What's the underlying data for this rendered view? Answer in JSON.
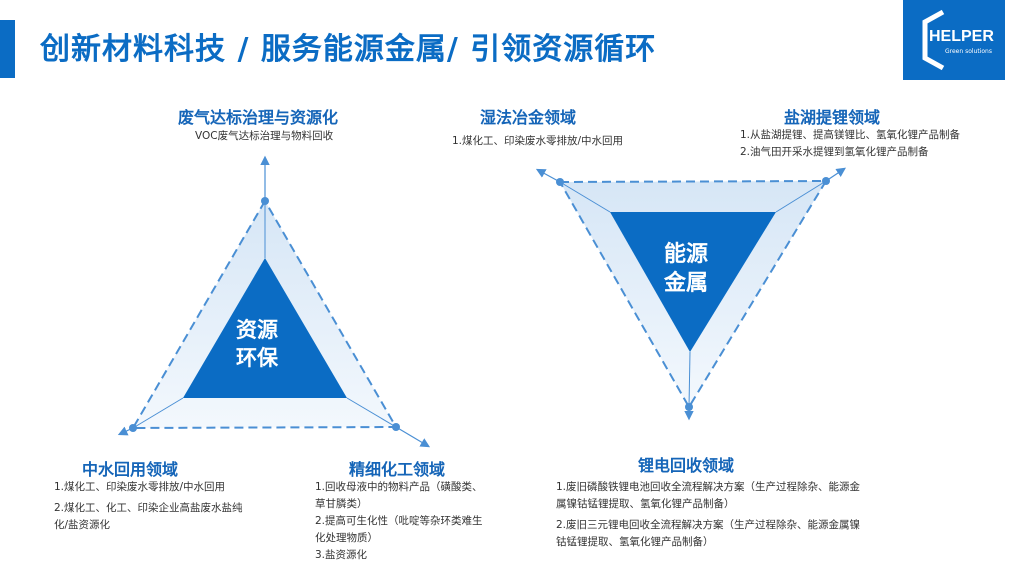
{
  "title": "创新材料科技 / 服务能源金属/ 引领资源循环",
  "logo": {
    "text": "HELPER",
    "sub": "Green solutions"
  },
  "colors": {
    "accent": "#0b6cc4"
  },
  "left": {
    "center": [
      "资源",
      "环保"
    ],
    "top": {
      "heading": "废气达标治理与资源化",
      "lines": [
        "VOC废气达标治理与物料回收"
      ]
    },
    "bl": {
      "heading": "中水回用领域",
      "lines": [
        "1.煤化工、印染废水零排放/中水回用",
        "2.煤化工、化工、印染企业高盐废水盐纯化/盐资源化"
      ]
    },
    "br": {
      "heading": "精细化工领域",
      "lines": [
        "1.回收母液中的物料产品（磺酸类、草甘膦类）",
        "2.提高可生化性（吡啶等杂环类难生化处理物质）",
        "3.盐资源化"
      ]
    }
  },
  "right": {
    "center": [
      "能源",
      "金属"
    ],
    "tl": {
      "heading": "湿法冶金领域",
      "lines": [
        "1.煤化工、印染废水零排放/中水回用"
      ]
    },
    "tr": {
      "heading": "盐湖提锂领域",
      "lines": [
        "1.从盐湖提锂、提高镁锂比、氢氧化锂产品制备",
        "2.油气田开采水提锂到氢氧化锂产品制备"
      ]
    },
    "bottom": {
      "heading": "锂电回收领域",
      "lines": [
        "1.废旧磷酸铁锂电池回收全流程解决方案（生产过程除杂、能源金属镍钴锰锂提取、氢氧化锂产品制备）",
        "2.废旧三元锂电回收全流程解决方案（生产过程除杂、能源金属镍钴锰锂提取、氢氧化锂产品制备）"
      ]
    }
  }
}
